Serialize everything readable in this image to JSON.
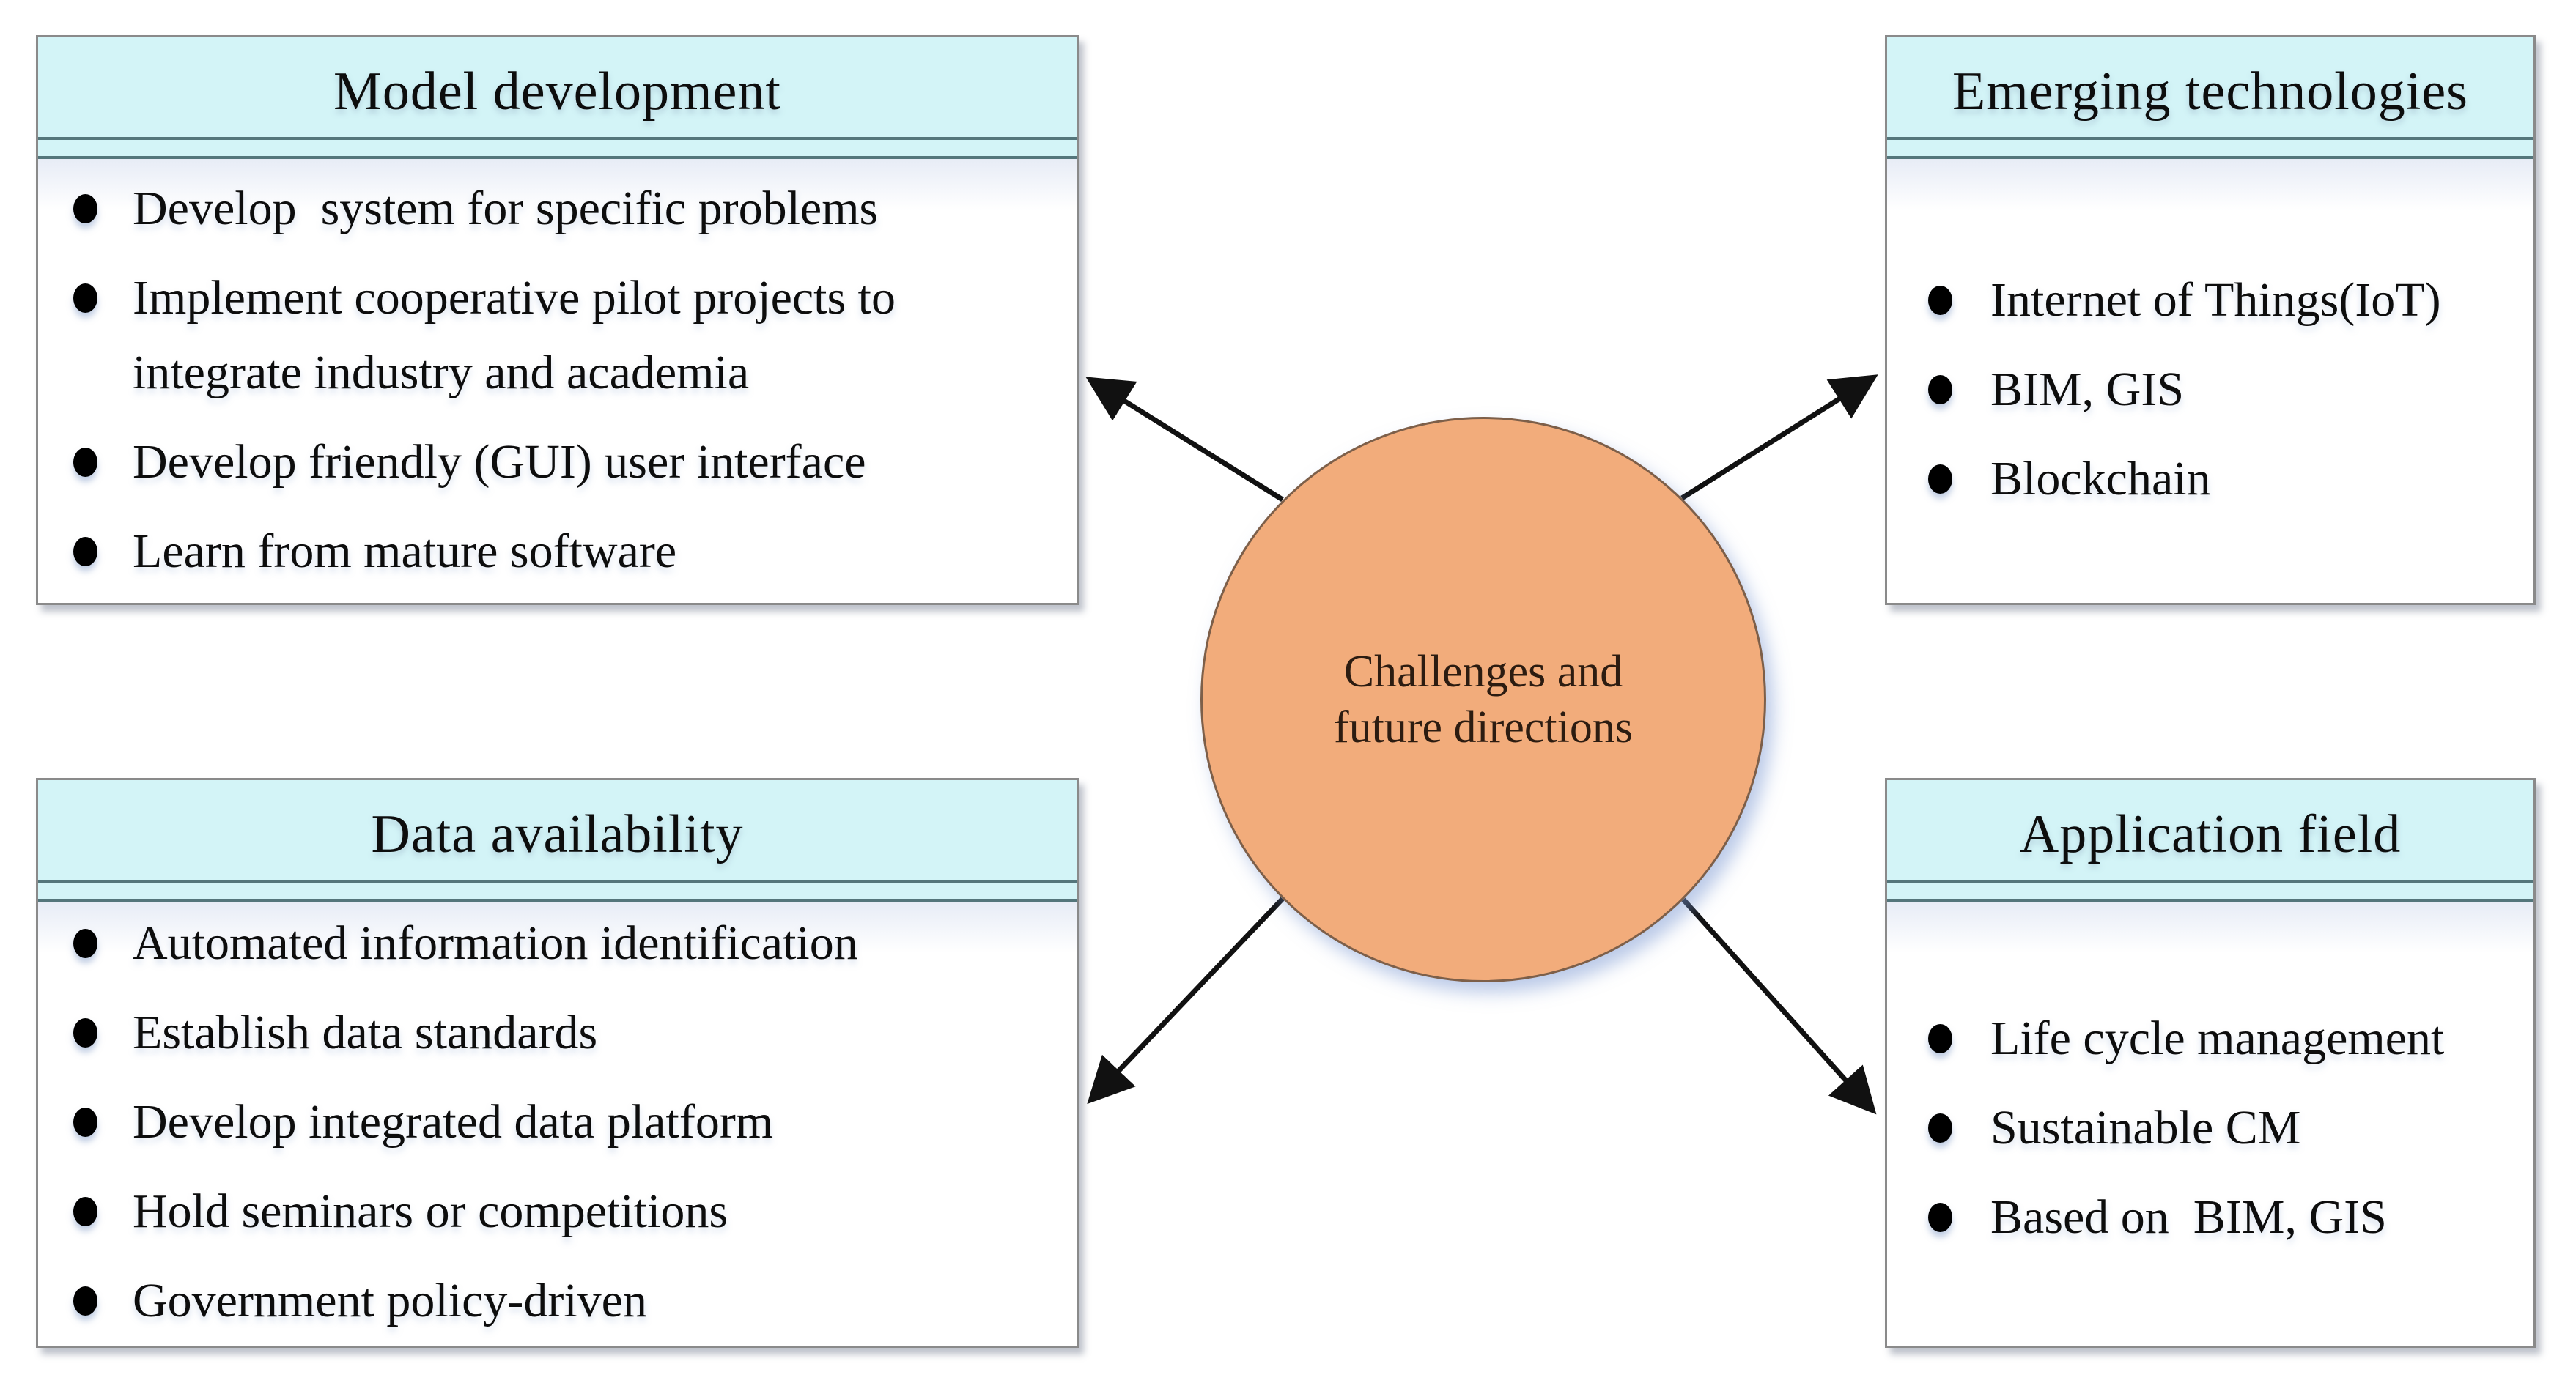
{
  "theme": {
    "header-fill": "#d3f4f7",
    "divider": "#54767b",
    "box-border": "#8a8a8a",
    "circle-fill": "#f2ac7b",
    "circle-border": "#7d5f49",
    "arrow": "#111111",
    "text": "#0d0d0d"
  },
  "center": {
    "label": "Challenges and\nfuture directions"
  },
  "boxes": [
    {
      "title": "Model development",
      "items": [
        "Develop  system for specific problems",
        "Implement cooperative pilot projects to integrate industry and academia",
        "Develop friendly (GUI) user interface",
        "Learn from mature software"
      ]
    },
    {
      "title": "Emerging technologies",
      "items": [
        "Internet of Things(IoT)",
        "BIM, GIS",
        "Blockchain"
      ]
    },
    {
      "title": "Data availability",
      "items": [
        "Automated information identification",
        "Establish data standards",
        "Develop integrated data platform",
        "Hold seminars or competitions",
        "Government policy-driven"
      ]
    },
    {
      "title": "Application field",
      "items": [
        "Life cycle management",
        "Sustainable CM",
        "Based on  BIM, GIS"
      ]
    }
  ]
}
